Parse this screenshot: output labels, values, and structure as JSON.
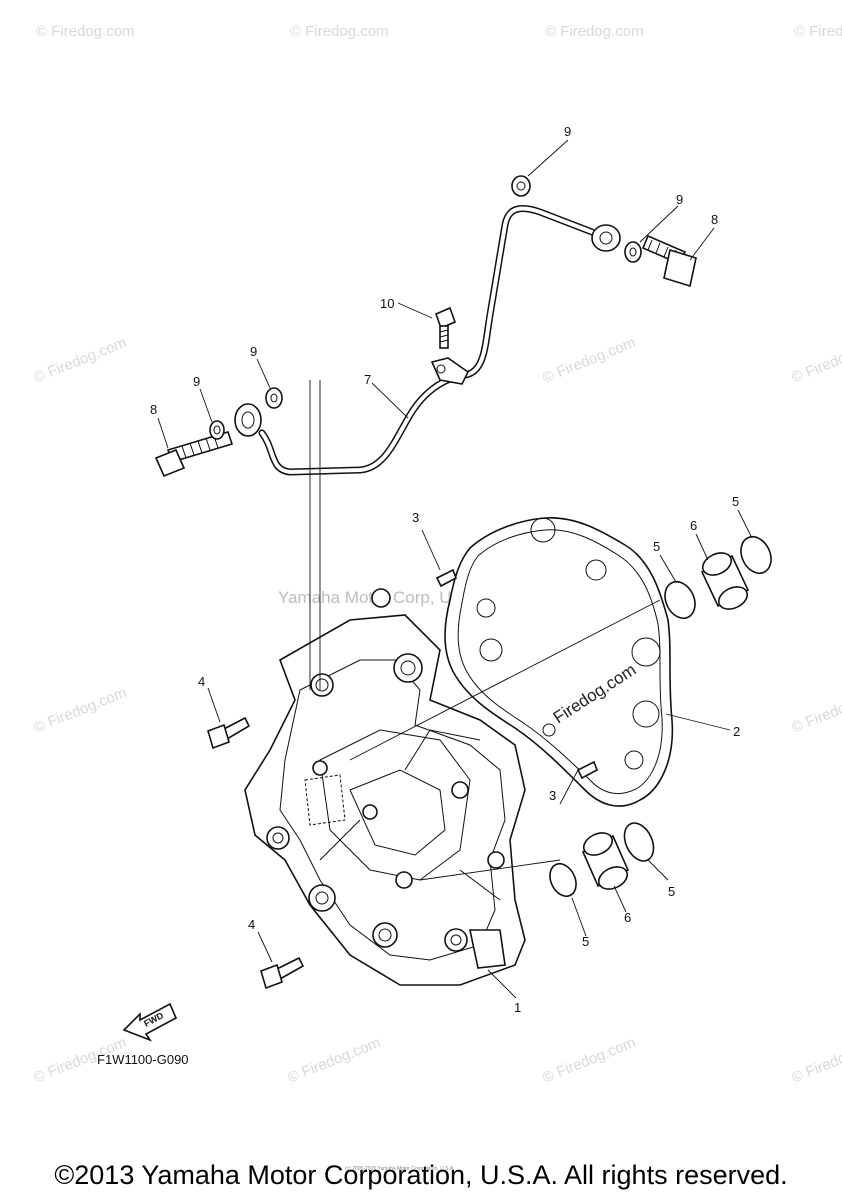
{
  "watermark": {
    "site_text": "© Firedog.com",
    "main_text": "Yamaha Motor Corp, U.S.A.",
    "diagonal_text": "Firedog.com"
  },
  "callouts": {
    "c1": "1",
    "c2": "2",
    "c3a": "3",
    "c3b": "3",
    "c4a": "4",
    "c4b": "4",
    "c5a": "5",
    "c5b": "5",
    "c5c": "5",
    "c5d": "5",
    "c6a": "6",
    "c6b": "6",
    "c7": "7",
    "c8a": "8",
    "c8b": "8",
    "c9a": "9",
    "c9b": "9",
    "c9c": "9",
    "c9d": "9",
    "c10": "10"
  },
  "fwd_label": "FWD",
  "diagram_code": "F1W1100-G090",
  "footer": {
    "small_print": "(c) 2005-2015 Yamaha Motor Corporation, U.S.A.",
    "copyright": "©2013 Yamaha Motor Corporation, U.S.A. All rights reserved."
  }
}
